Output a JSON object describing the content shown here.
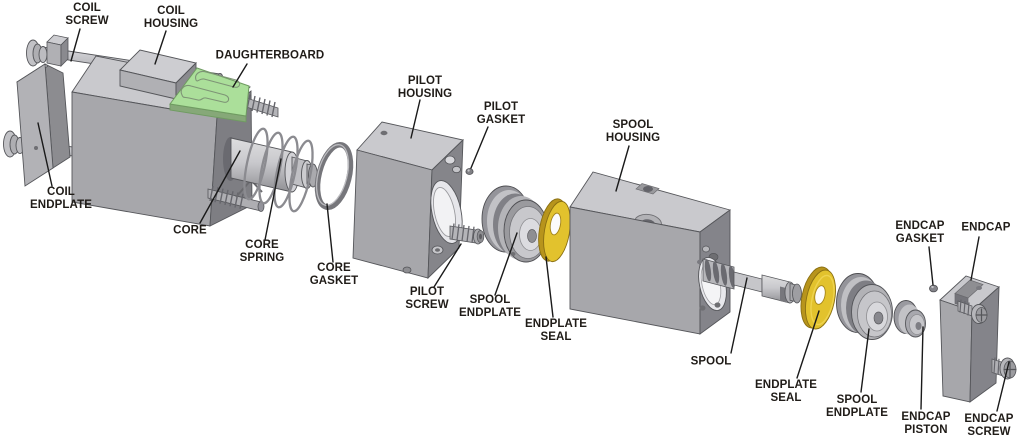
{
  "diagram": {
    "kind": "exploded-view assembly diagram",
    "background": "#ffffff"
  },
  "labels": {
    "coil_screw": "COIL\nSCREW",
    "coil_housing": "COIL\nHOUSING",
    "daughterboard": "DAUGHTERBOARD",
    "coil_endplate": "COIL\nENDPLATE",
    "core": "CORE",
    "core_spring": "CORE\nSPRING",
    "core_gasket": "CORE\nGASKET",
    "pilot_housing": "PILOT\nHOUSING",
    "pilot_gasket": "PILOT\nGASKET",
    "pilot_screw": "PILOT\nSCREW",
    "spool_endplate_left": "SPOOL\nENDPLATE",
    "endplate_seal_left": "ENDPLATE\nSEAL",
    "spool_housing": "SPOOL\nHOUSING",
    "spool": "SPOOL",
    "endplate_seal_right": "ENDPLATE\nSEAL",
    "spool_endplate_right": "SPOOL\nENDPLATE",
    "endcap_gasket": "ENDCAP\nGASKET",
    "endcap": "ENDCAP",
    "endcap_piston": "ENDCAP\nPISTON",
    "endcap_screw": "ENDCAP\nSCREW"
  },
  "colors": {
    "background": "#ffffff",
    "label_text": "#201c18",
    "leader_line": "#1a1a1a",
    "daughterboard": "#abdf9a",
    "daughterboard_edge": "#6f9b61",
    "seal_yellow": "#e2c22d",
    "seal_yellow_dark": "#b7941c",
    "metal_light": "#c9c9cd",
    "metal_mid": "#a7a7ab",
    "metal_dark": "#84848a"
  }
}
